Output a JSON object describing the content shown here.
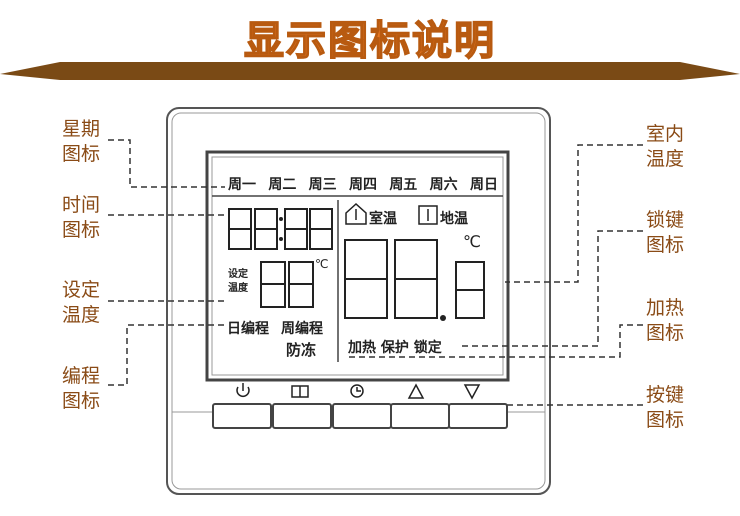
{
  "title": "显示图标说明",
  "colors": {
    "title": "#e87722",
    "ribbon": "#7a4a15",
    "callout_text": "#8a4b16"
  },
  "callouts": {
    "week": [
      "星期",
      "图标"
    ],
    "time": [
      "时间",
      "图标"
    ],
    "set_temp": [
      "设定",
      "温度"
    ],
    "program": [
      "编程",
      "图标"
    ],
    "room_temp": [
      "室内",
      "温度"
    ],
    "lock": [
      "锁键",
      "图标"
    ],
    "heat": [
      "加热",
      "图标"
    ],
    "button": [
      "按键",
      "图标"
    ]
  },
  "lcd": {
    "weekdays": [
      "周一",
      "周二",
      "周三",
      "周四",
      "周五",
      "周六",
      "周日"
    ],
    "time_digits": "88:88",
    "set_label": [
      "设定",
      "温度"
    ],
    "set_digits": "88",
    "unit": "℃",
    "room_label": "室温",
    "floor_label": "地温",
    "big_digits": "88.8",
    "day_program": "日编程",
    "week_program": "周编程",
    "antifreeze": "防冻",
    "status": "加热 保护 锁定"
  },
  "buttons": [
    {
      "name": "power",
      "icon": "power-icon"
    },
    {
      "name": "book",
      "icon": "book-icon"
    },
    {
      "name": "clock",
      "icon": "clock-icon"
    },
    {
      "name": "up",
      "icon": "triangle-up-icon"
    },
    {
      "name": "down",
      "icon": "triangle-down-icon"
    }
  ]
}
